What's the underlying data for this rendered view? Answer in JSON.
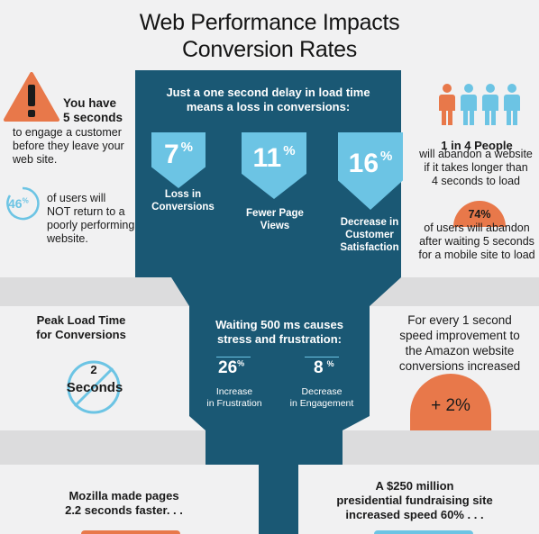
{
  "title_line1": "Web Performance Impacts",
  "title_line2": "Conversion Rates",
  "left_top": {
    "heading_line1": "You have",
    "heading_line2": "5 seconds",
    "body": [
      "to engage a customer",
      "before they leave your",
      "web site."
    ]
  },
  "left_stat": {
    "value": "46",
    "unit": "%",
    "body": [
      "of users will",
      "NOT return to a",
      "poorly performing",
      "website."
    ]
  },
  "funnel_top": {
    "heading_line1": "Just a one second delay in load time",
    "heading_line2": "means a loss in conversions:",
    "stats": [
      {
        "value": "7",
        "unit": "%",
        "label_line1": "Loss in",
        "label_line2": "Conversions",
        "label_line3": ""
      },
      {
        "value": "11",
        "unit": "%",
        "label_line1": "Fewer Page",
        "label_line2": "Views",
        "label_line3": ""
      },
      {
        "value": "16",
        "unit": "%",
        "label_line1": "Decrease in",
        "label_line2": "Customer",
        "label_line3": "Satisfaction"
      }
    ]
  },
  "right_top": {
    "heading": "1 in 4 People",
    "body": [
      "will abandon a website",
      "if it takes longer than",
      "4 seconds to load"
    ],
    "people_highlight_color": "#e8784a",
    "people_color": "#6cc4e4"
  },
  "right_stat": {
    "value": "74%",
    "body": [
      "of users will abandon",
      "after waiting 5 seconds",
      "for a mobile site to load"
    ]
  },
  "peak": {
    "title_line1": "Peak Load Time",
    "title_line2": "for Conversions",
    "value": "2",
    "unit": "Seconds"
  },
  "funnel_mid": {
    "heading_line1": "Waiting 500 ms causes",
    "heading_line2": "stress and frustration:",
    "stats": [
      {
        "value": "26",
        "unit": "%",
        "label_line1": "Increase",
        "label_line2": "in Frustration"
      },
      {
        "value": "8",
        "unit": "%",
        "label_line1": "Decrease",
        "label_line2": "in Engagement"
      }
    ]
  },
  "amazon": {
    "body": [
      "For every 1 second",
      "speed improvement to",
      "the Amazon website",
      "conversions increased"
    ],
    "value": "+ 2%"
  },
  "mozilla": {
    "line1": "Mozilla made pages",
    "line2": "2.2 seconds faster. . ."
  },
  "fundraising": {
    "line1": "A $250 million",
    "line2": "presidential fundraising site",
    "line3": "increased speed 60% . . ."
  },
  "colors": {
    "navy": "#1a5874",
    "light_blue": "#6cc4e4",
    "orange": "#e8784a",
    "band_gray": "#dcdcdd",
    "background": "#f1f1f2"
  }
}
